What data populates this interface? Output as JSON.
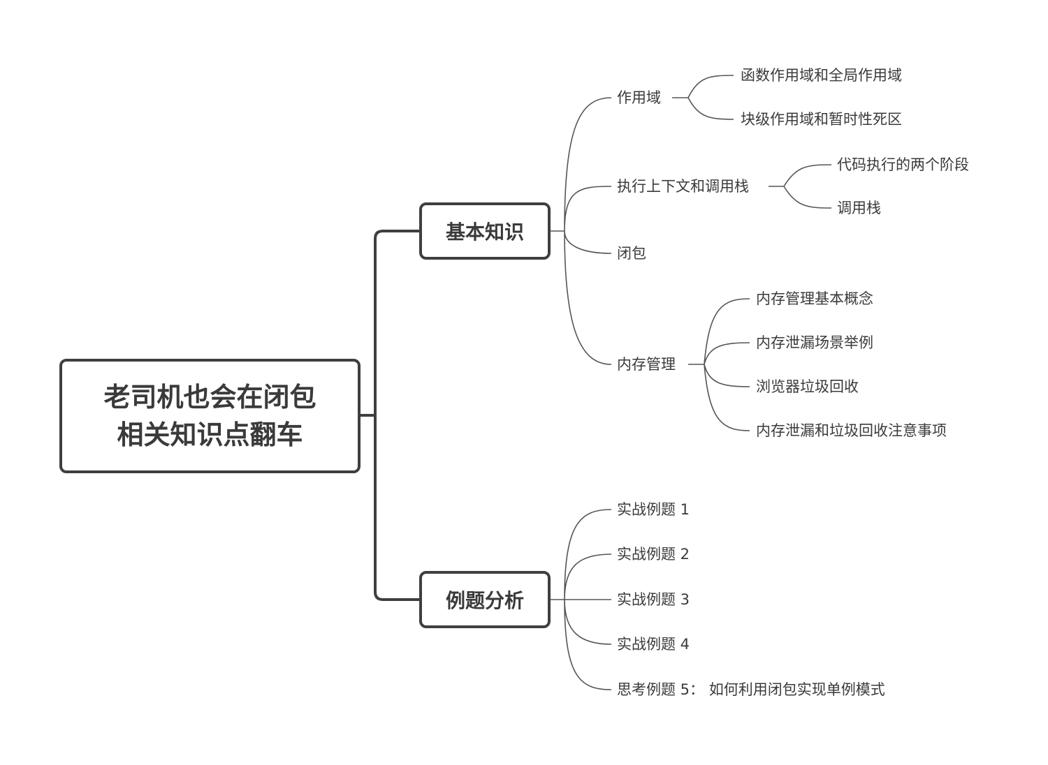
{
  "root": {
    "line1": "老司机也会在闭包",
    "line2": "相关知识点翻车"
  },
  "branches": {
    "basics": {
      "label": "基本知识",
      "scope": {
        "label": "作用域",
        "children": [
          "函数作用域和全局作用域",
          "块级作用域和暂时性死区"
        ]
      },
      "context": {
        "label": "执行上下文和调用栈",
        "children": [
          "代码执行的两个阶段",
          "调用栈"
        ]
      },
      "closure": {
        "label": "闭包"
      },
      "memory": {
        "label": "内存管理",
        "children": [
          "内存管理基本概念",
          "内存泄漏场景举例",
          "浏览器垃圾回收",
          "内存泄漏和垃圾回收注意事项"
        ]
      }
    },
    "examples": {
      "label": "例题分析",
      "items": [
        "实战例题 1",
        "实战例题 2",
        "实战例题 3",
        "实战例题 4",
        "思考例题 5： 如何利用闭包实现单例模式"
      ]
    }
  },
  "colors": {
    "line": "#3f3f3f",
    "text": "#3a3a3a"
  }
}
